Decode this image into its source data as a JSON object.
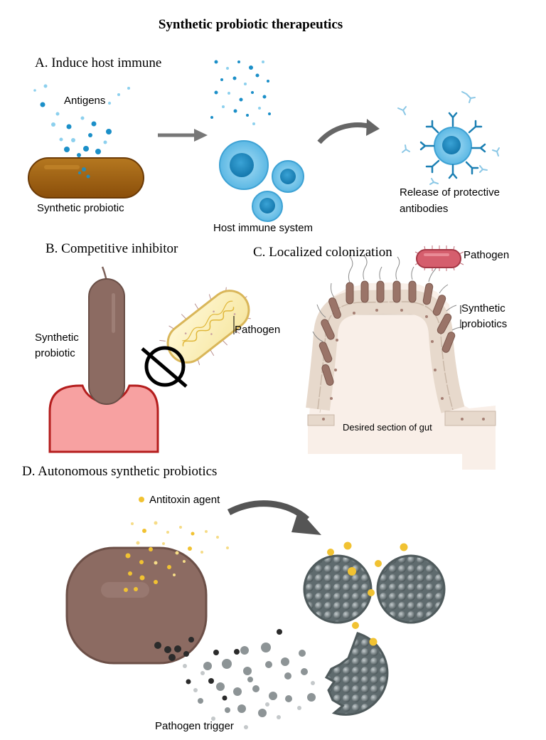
{
  "title": "Synthetic probiotic therapeutics",
  "panels": {
    "a": {
      "heading": "A. Induce host immune",
      "antigens": "Antigens",
      "synthetic_probiotic": "Synthetic probiotic",
      "host_immune_system": "Host immune system",
      "release_line1": "Release of protective",
      "release_line2": "antibodies"
    },
    "b": {
      "heading": "B. Competitive inhibitor",
      "synthetic_line1": "Synthetic",
      "synthetic_line2": "probiotic",
      "pathogen": "Pathogen"
    },
    "c": {
      "heading": "C. Localized colonization",
      "pathogen": "Pathogen",
      "synthetic_line1": "Synthetic",
      "synthetic_line2": "probiotics",
      "gut_section": "Desired section of gut"
    },
    "d": {
      "heading": "D. Autonomous synthetic probiotics",
      "antitoxin_agent": "Antitoxin agent",
      "pathogen_trigger": "Pathogen trigger"
    }
  },
  "colors": {
    "probiotic_brown_a": "#9a5b10",
    "probiotic_brown_bd": "#8c6b62",
    "receptor_pink": "#f7a1a1",
    "immune_blue": "#6ec3ea",
    "antigen_blue": "#1b8fc8",
    "antitoxin_yellow": "#f1c232",
    "pathogen_grey": "#6f7b7f",
    "arrow_grey": "#666666"
  }
}
